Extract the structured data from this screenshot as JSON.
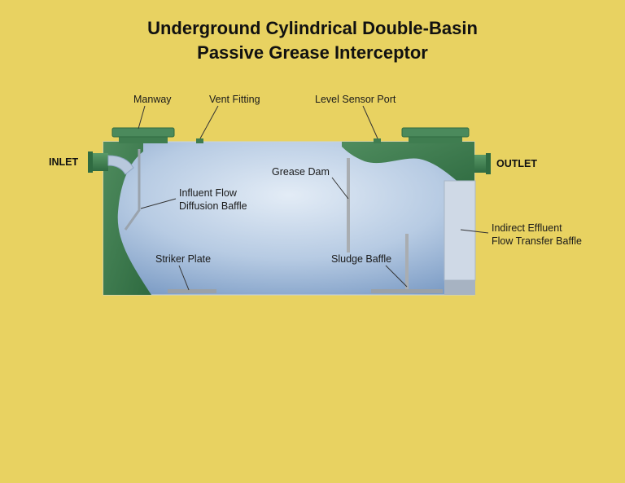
{
  "title": {
    "line1": "Underground Cylindrical Double-Basin",
    "line2": "Passive Grease Interceptor"
  },
  "labels": {
    "manway": "Manway",
    "vent_fitting": "Vent Fitting",
    "level_sensor_port": "Level Sensor Port",
    "inlet": "INLET",
    "outlet": "OUTLET",
    "grease_dam": "Grease Dam",
    "influent_line1": "Influent Flow",
    "influent_line2": "Diffusion Baffle",
    "indirect_line1": "Indirect Effluent",
    "indirect_line2": "Flow Transfer Baffle",
    "striker_plate": "Striker Plate",
    "sludge_baffle": "Sludge Baffle"
  },
  "colors": {
    "background": "#e8d261",
    "tank_green": "#3d7a4e",
    "water_light": "#dde7f3",
    "water_dark": "#7e9dc4",
    "baffle_gray": "#a9adb1"
  }
}
